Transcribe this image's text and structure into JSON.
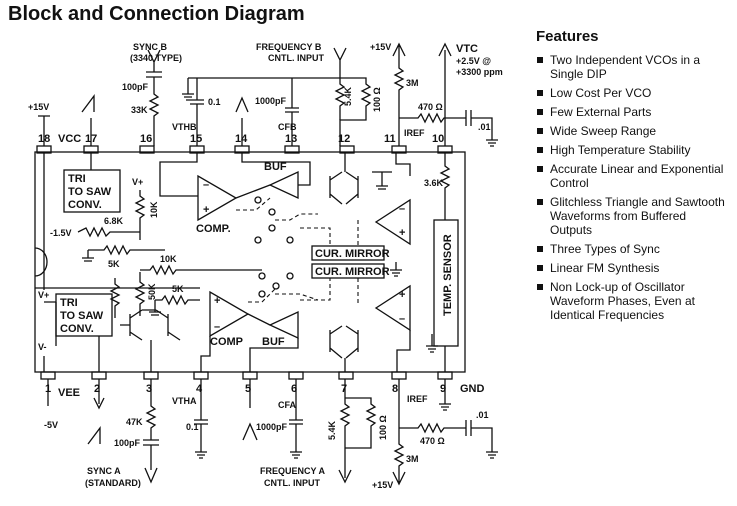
{
  "title": "Block and Connection Diagram",
  "features": {
    "heading": "Features",
    "items": [
      "Two Independent VCOs in a Single DIP",
      "Low Cost Per VCO",
      "Few External Parts",
      "Wide Sweep Range",
      "High Temperature Stability",
      "Accurate Linear and Exponential Control",
      "Glitchless Triangle and Sawtooth Waveforms from Buffered Outputs",
      "Three Types of Sync",
      "Linear FM Synthesis",
      "Non Lock-up of Oscillator Waveform Phases, Even at Identical Frequencies"
    ]
  },
  "diagram": {
    "top_pins": [
      {
        "num": "18",
        "name": "VCC"
      },
      {
        "num": "17",
        "name": ""
      },
      {
        "num": "16",
        "name": ""
      },
      {
        "num": "15",
        "name": "VTHB"
      },
      {
        "num": "14",
        "name": ""
      },
      {
        "num": "13",
        "name": "CFB"
      },
      {
        "num": "12",
        "name": ""
      },
      {
        "num": "11",
        "name": "IREF"
      },
      {
        "num": "10",
        "name": "VTC"
      }
    ],
    "bottom_pins": [
      {
        "num": "1",
        "name": "VEE"
      },
      {
        "num": "2",
        "name": ""
      },
      {
        "num": "3",
        "name": ""
      },
      {
        "num": "4",
        "name": "VTHA"
      },
      {
        "num": "5",
        "name": ""
      },
      {
        "num": "6",
        "name": "CFA"
      },
      {
        "num": "7",
        "name": ""
      },
      {
        "num": "8",
        "name": "IREF"
      },
      {
        "num": "9",
        "name": "GND"
      }
    ],
    "labels": {
      "sync_b": "SYNC B",
      "sync_b_type": "(3340 TYPE)",
      "sync_a": "SYNC A",
      "sync_a_type": "(STANDARD)",
      "freq_b": "FREQUENCY B",
      "freq_a": "FREQUENCY A",
      "cntl_input": "CNTL. INPUT",
      "plus15v": "+15V",
      "minus5v": "-5V",
      "minus1_5v": "-1.5V",
      "vtc": "VTC",
      "vtc_value": "+2.5V @",
      "vtc_ppm": "+3300 ppm",
      "tri_saw_1": "TRI",
      "tri_saw_2": "TO SAW",
      "tri_saw_3": "CONV.",
      "comp": "COMP.",
      "comp_a": "COMP",
      "buf": "BUF",
      "cur_mirror": "CUR. MIRROR",
      "temp_sensor": "TEMP. SENSOR",
      "vplus": "V+",
      "vminus": "V-",
      "c100pf": "100pF",
      "c1000pf": "1000pF",
      "c01": ".01",
      "c0_1": "0.1",
      "r33k": "33K",
      "r47k": "47K",
      "r5_4k": "5.4K",
      "r100": "100 Ω",
      "r3m": "3M",
      "r470": "470 Ω",
      "r3_6k": "3.6K",
      "r6_8k": "6.8K",
      "r10k": "10K",
      "r5k": "5K",
      "r50k": "50K"
    }
  }
}
